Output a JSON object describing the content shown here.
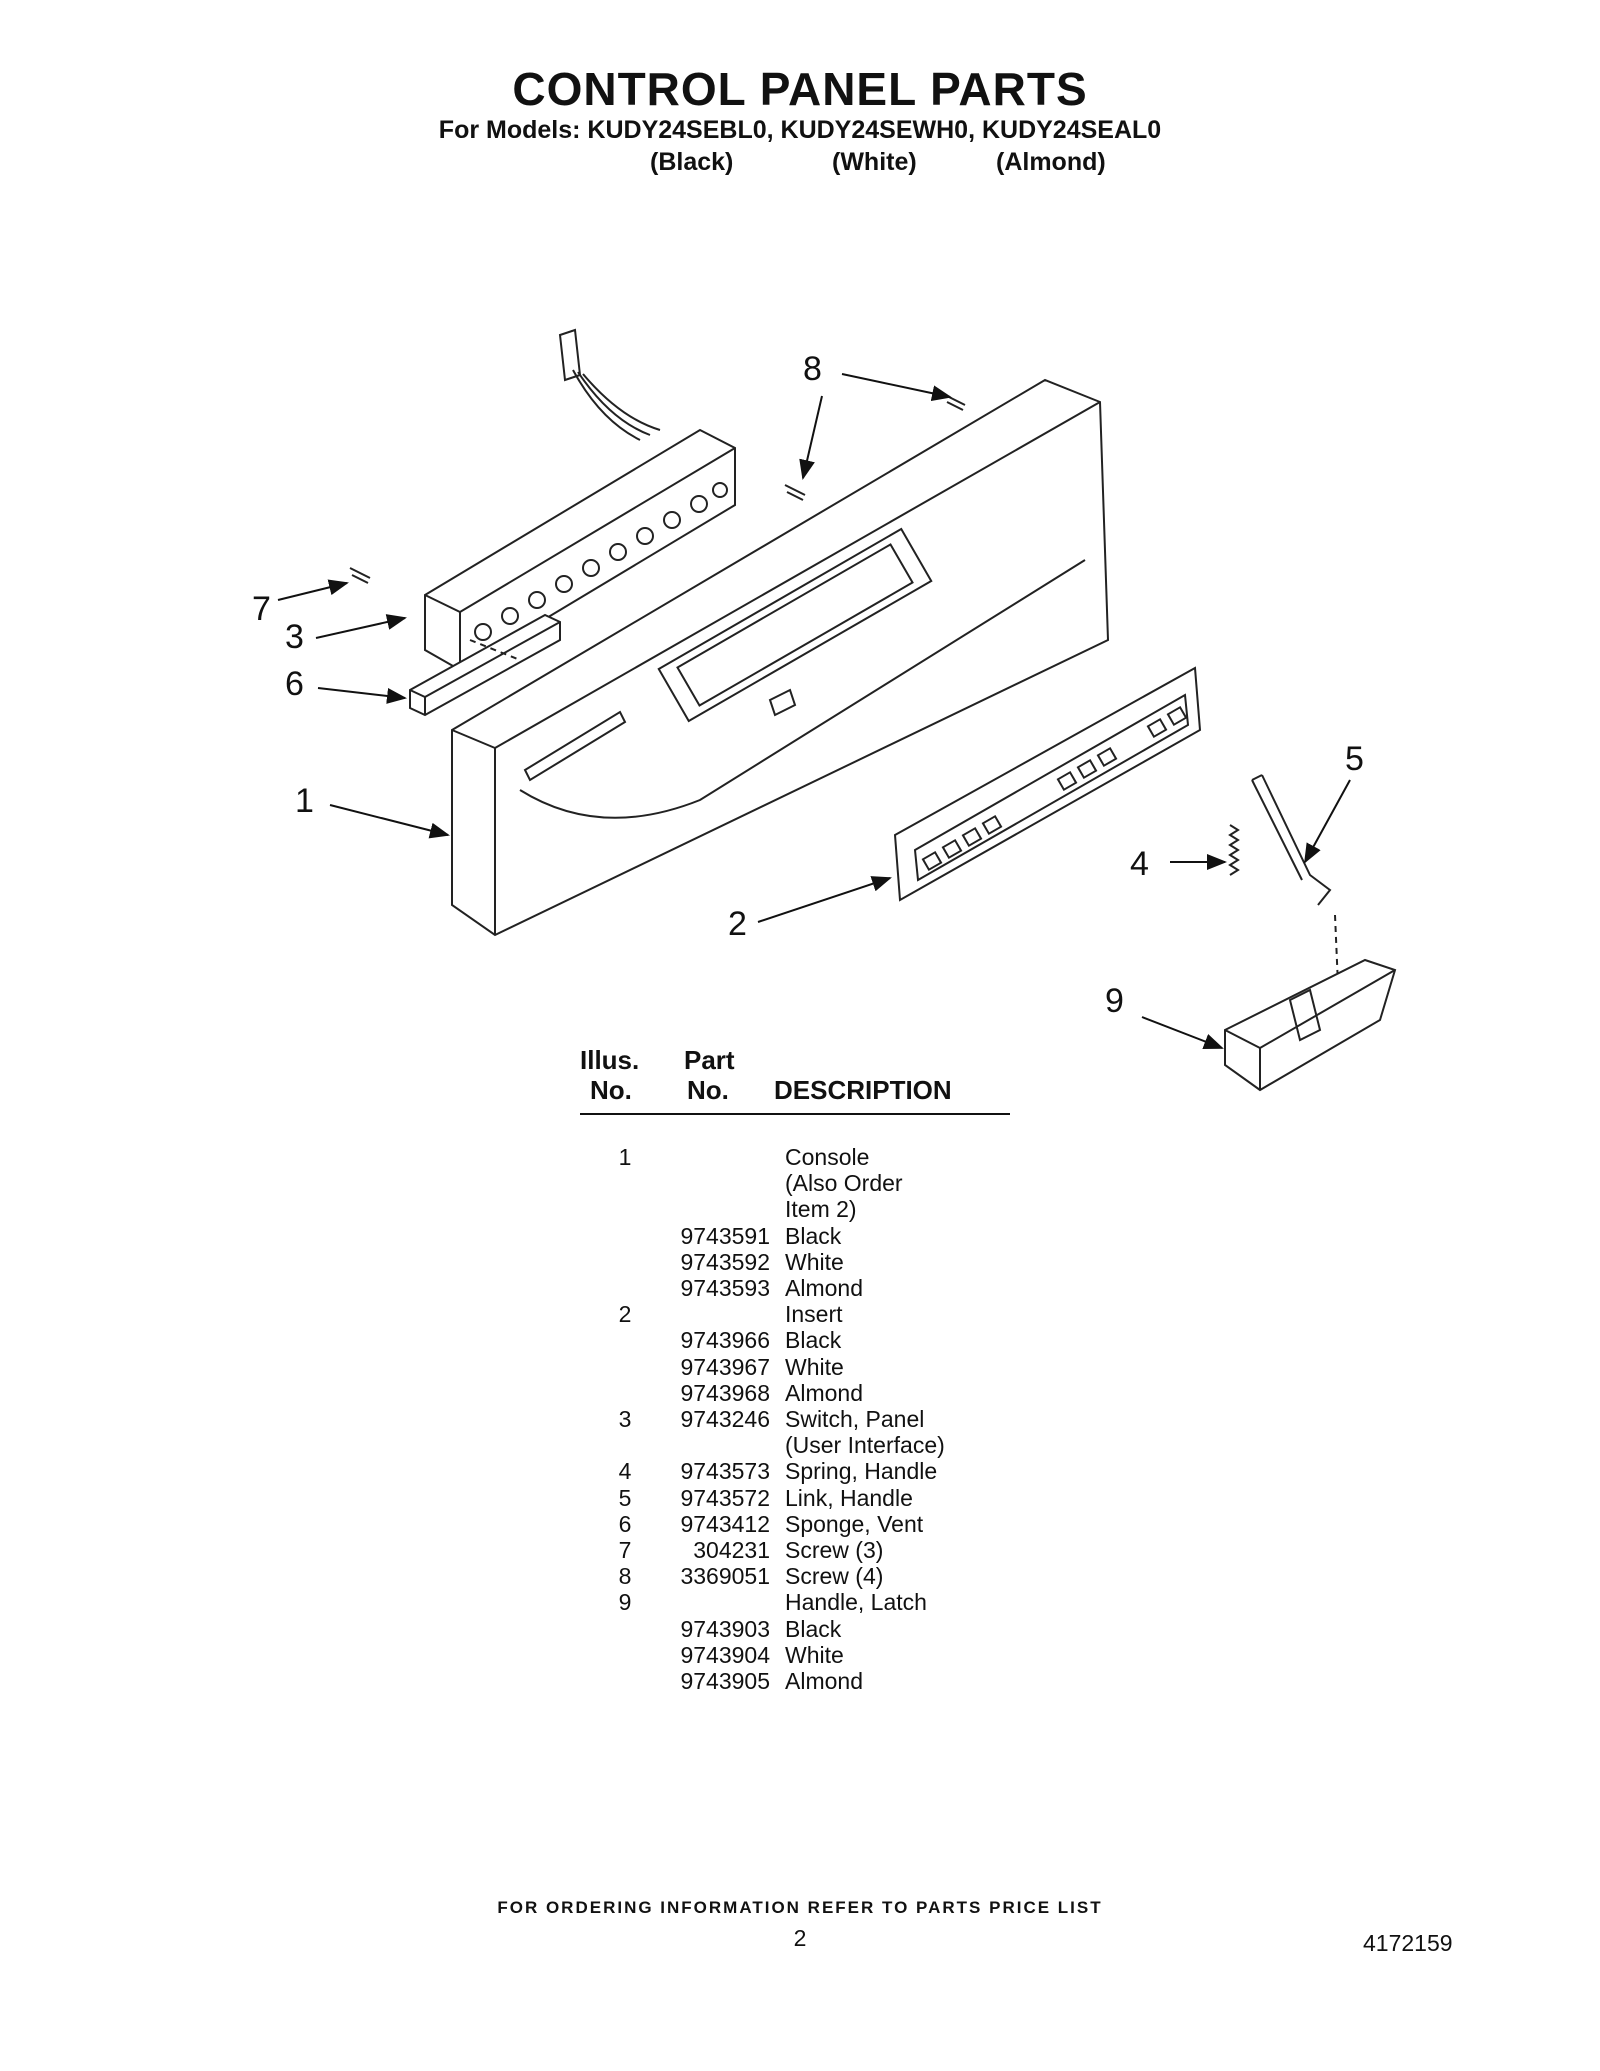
{
  "title": "CONTROL PANEL PARTS",
  "subtitle": "For Models: KUDY24SEBL0, KUDY24SEWH0, KUDY24SEAL0",
  "model_colors": [
    "(Black)",
    "(White)",
    "(Almond)"
  ],
  "callouts": [
    "1",
    "2",
    "3",
    "4",
    "5",
    "6",
    "7",
    "8",
    "9"
  ],
  "table": {
    "headers": {
      "illus_1": "Illus.",
      "illus_2": "No.",
      "part_1": "Part",
      "part_2": "No.",
      "description": "DESCRIPTION"
    },
    "rows": [
      {
        "no": "1",
        "part": "",
        "desc": "Console"
      },
      {
        "no": "",
        "part": "",
        "desc": "(Also Order"
      },
      {
        "no": "",
        "part": "",
        "desc": "Item 2)"
      },
      {
        "no": "",
        "part": "9743591",
        "desc": "Black"
      },
      {
        "no": "",
        "part": "9743592",
        "desc": "White"
      },
      {
        "no": "",
        "part": "9743593",
        "desc": "Almond"
      },
      {
        "no": "2",
        "part": "",
        "desc": "Insert"
      },
      {
        "no": "",
        "part": "9743966",
        "desc": "Black"
      },
      {
        "no": "",
        "part": "9743967",
        "desc": "White"
      },
      {
        "no": "",
        "part": "9743968",
        "desc": "Almond"
      },
      {
        "no": "3",
        "part": "9743246",
        "desc": "Switch, Panel"
      },
      {
        "no": "",
        "part": "",
        "desc": "(User Interface)"
      },
      {
        "no": "4",
        "part": "9743573",
        "desc": "Spring, Handle"
      },
      {
        "no": "5",
        "part": "9743572",
        "desc": "Link, Handle"
      },
      {
        "no": "6",
        "part": "9743412",
        "desc": "Sponge, Vent"
      },
      {
        "no": "7",
        "part": "304231",
        "desc": "Screw (3)"
      },
      {
        "no": "8",
        "part": "3369051",
        "desc": "Screw (4)"
      },
      {
        "no": "9",
        "part": "",
        "desc": "Handle, Latch"
      },
      {
        "no": "",
        "part": "9743903",
        "desc": "Black"
      },
      {
        "no": "",
        "part": "9743904",
        "desc": "White"
      },
      {
        "no": "",
        "part": "9743905",
        "desc": "Almond"
      }
    ]
  },
  "footer": "FOR ORDERING INFORMATION REFER TO PARTS PRICE LIST",
  "page_number": "2",
  "document_number": "4172159"
}
